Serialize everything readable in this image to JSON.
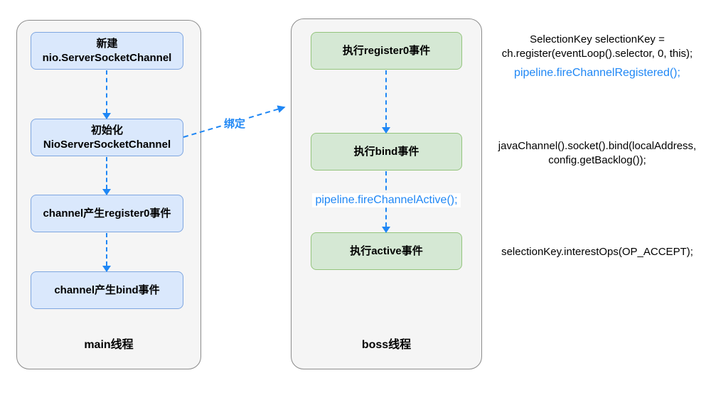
{
  "main_lane": {
    "label": "main线程",
    "steps": {
      "create": "新建\nnio.ServerSocketChannel",
      "init": "初始化\nNioServerSocketChannel",
      "register0": "channel产生register0事件",
      "bind": "channel产生bind事件"
    }
  },
  "boss_lane": {
    "label": "boss线程",
    "steps": {
      "register0": "执行register0事件",
      "bind": "执行bind事件",
      "active": "执行active事件"
    },
    "inline_code": "pipeline.fireChannelActive();"
  },
  "bind_arrow": {
    "label": "绑定"
  },
  "annotations": {
    "register_black": "SelectionKey selectionKey =\nch.register(eventLoop().selector, 0, this);",
    "register_blue": "pipeline.fireChannelRegistered();",
    "bind_black": "javaChannel().socket().bind(localAddress,\nconfig.getBacklog());",
    "active_black": "selectionKey.interestOps(OP_ACCEPT);"
  },
  "colors": {
    "arrow_blue": "#1f87f5",
    "code_blue": "#1f87f5",
    "blue_node_fill": "#dae8fc",
    "blue_node_border": "#7ea6e0",
    "green_node_fill": "#d5e8d4",
    "green_node_border": "#94c47d",
    "lane_fill": "#f5f5f5",
    "lane_border": "#8c8c8c"
  }
}
